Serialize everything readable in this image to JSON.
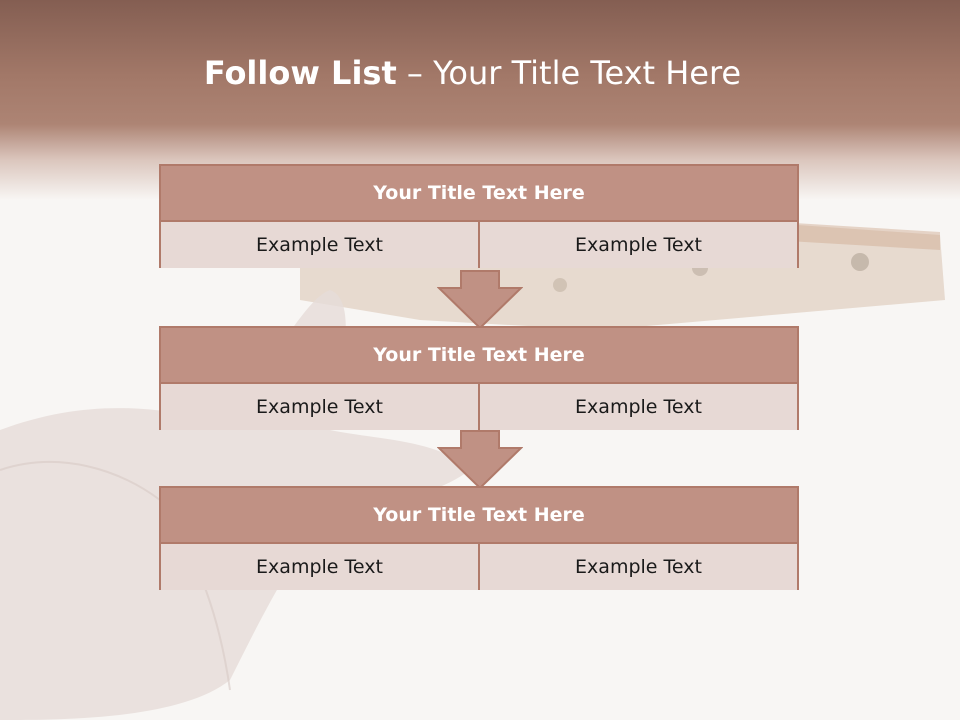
{
  "slide": {
    "title_bold": "Follow List",
    "title_rest": " – Your Title Text Here"
  },
  "boxes": [
    {
      "title": "Your Title Text Here",
      "left": "Example Text",
      "right": "Example Text"
    },
    {
      "title": "Your Title Text Here",
      "left": "Example Text",
      "right": "Example Text"
    },
    {
      "title": "Your Title Text Here",
      "left": "Example Text",
      "right": "Example Text"
    }
  ],
  "colors": {
    "header": "#a27868",
    "box_title_fill": "#c09184",
    "box_cell_fill": "#e7d9d5",
    "border": "#b07a6a"
  }
}
